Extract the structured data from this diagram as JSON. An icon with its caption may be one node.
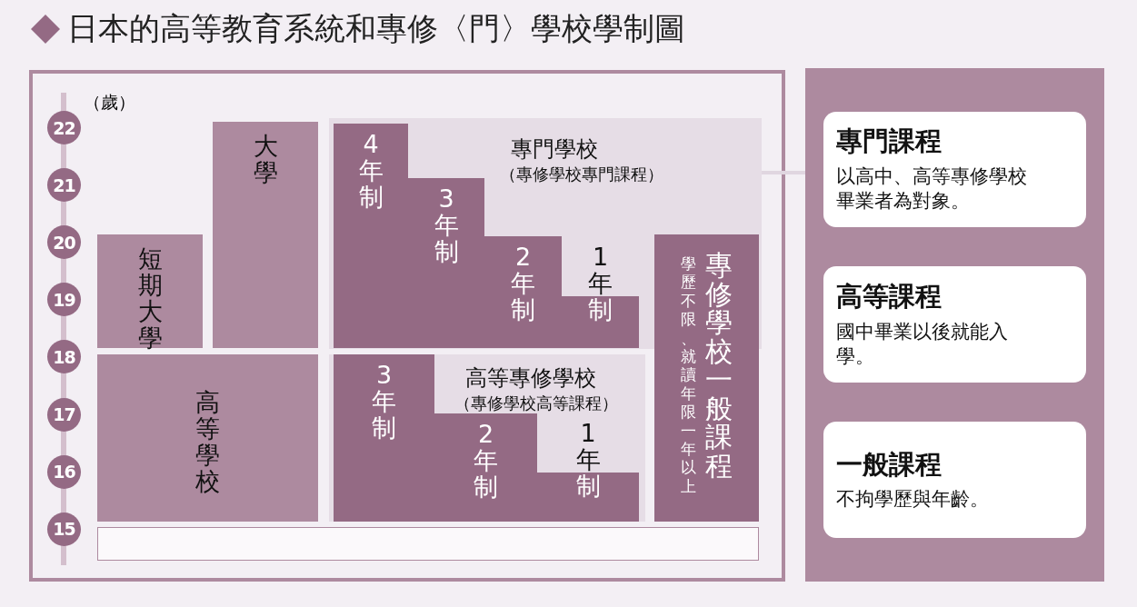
{
  "diagram": {
    "title": "日本的高等教育系統和專修〈門〉學校學制圖",
    "nodes": [
      {
        "text": [
          "短期大學"
        ]
      },
      {
        "text": [
          "大學"
        ]
      },
      {
        "text": [
          "高等學校"
        ]
      },
      {
        "text": [
          "專門學校",
          "（專修學校專門課程）"
        ]
      },
      {
        "text": [
          "4年制"
        ],
        "in": 3
      },
      {
        "text": [
          "3年制"
        ],
        "in": 3
      },
      {
        "text": [
          "2年制"
        ],
        "in": 3
      },
      {
        "text": [
          "1年制"
        ],
        "in": 3
      },
      {
        "text": [
          "高等專修學校",
          "（專修學校高等課程）"
        ]
      },
      {
        "text": [
          "3年制"
        ],
        "in": 8
      },
      {
        "text": [
          "2年制"
        ],
        "in": 8
      },
      {
        "text": [
          "1年制"
        ],
        "in": 8
      },
      {
        "text": [
          "學歷不限、就讀年限一年以上",
          "專修學校一般課程"
        ]
      },
      {
        "text": [],
        "shape": "box"
      },
      {
        "text": [
          "專門課程",
          "以高中、高等專修學校畢業者為對象。"
        ]
      },
      {
        "text": [
          "高等課程",
          "國中畢業以後就能入學。"
        ]
      },
      {
        "text": [
          "一般課程",
          "不拘學歷與年齡。"
        ]
      }
    ],
    "edges": [
      {
        "from": 3,
        "to": 14,
        "arrow": "none"
      }
    ],
    "labels": [
      "（歲）",
      "22",
      "21",
      "20",
      "19",
      "18",
      "17",
      "16",
      "15"
    ]
  }
}
